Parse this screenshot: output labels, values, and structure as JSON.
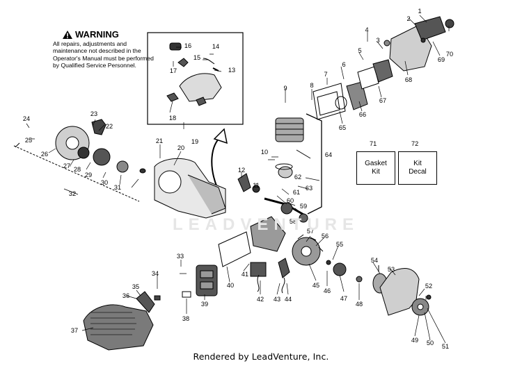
{
  "warning": {
    "title": "WARNING",
    "body": "All repairs, adjustments and maintenance not described in the Operator's Manual must be performed by Qualified Service Personnel."
  },
  "boxes": {
    "gasket": {
      "number": "71",
      "label_line1": "Gasket",
      "label_line2": "Kit"
    },
    "decal": {
      "number": "72",
      "label_line1": "Kit",
      "label_line2": "Decal"
    }
  },
  "watermark": "LEADVENTURE",
  "footer": "Rendered by LeadVenture, Inc.",
  "callouts": [
    "1",
    "2",
    "3",
    "4",
    "5",
    "6",
    "7",
    "8",
    "9",
    "10",
    "11",
    "12",
    "13",
    "14",
    "15",
    "16",
    "17",
    "18",
    "19",
    "20",
    "21",
    "22",
    "23",
    "24",
    "25",
    "26",
    "27",
    "28",
    "29",
    "30",
    "31",
    "32",
    "33",
    "34",
    "35",
    "36",
    "37",
    "38",
    "39",
    "40",
    "41",
    "42",
    "43",
    "44",
    "45",
    "46",
    "47",
    "48",
    "49",
    "50",
    "51",
    "52",
    "53",
    "54",
    "55",
    "56",
    "57",
    "58",
    "59",
    "60",
    "61",
    "62",
    "63",
    "64",
    "65",
    "66",
    "67",
    "68",
    "69",
    "70"
  ]
}
